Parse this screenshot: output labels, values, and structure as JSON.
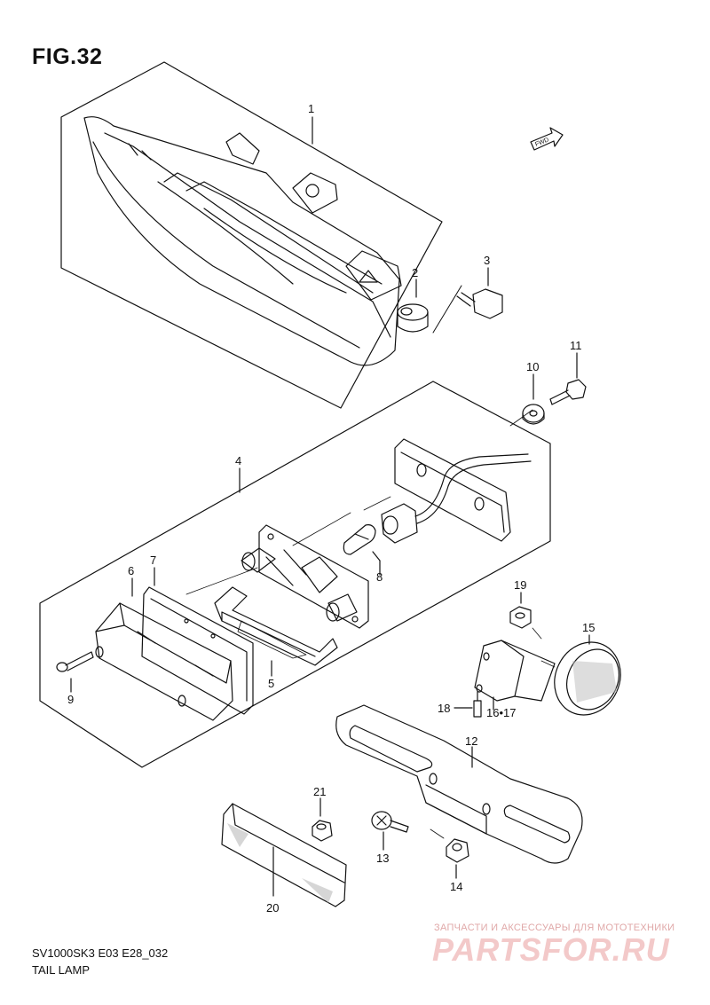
{
  "figure": {
    "title": "FIG.32",
    "model": "SV1000SK3 E03 E28_032",
    "caption": "TAIL LAMP",
    "fwd": "FWD"
  },
  "callouts": [
    "1",
    "2",
    "3",
    "4",
    "5",
    "6",
    "7",
    "8",
    "9",
    "10",
    "11",
    "12",
    "13",
    "14",
    "15",
    "16",
    "17",
    "18",
    "19",
    "20",
    "21"
  ],
  "combined_callout": "16•17",
  "watermark": {
    "top": "ЗАПЧАСТИ И АКСЕССУАРЫ ДЛЯ МОТОТЕХНИКИ",
    "logo": "PARTSFOR.RU"
  }
}
